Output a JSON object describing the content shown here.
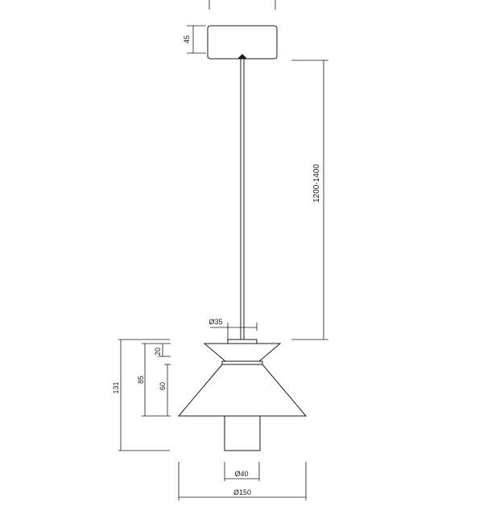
{
  "dimensions": {
    "canopy_height": "45",
    "cable_length": "1200-1400",
    "top_diameter": "Ø35",
    "total_height": "131",
    "shade_height": "85",
    "lower_height": "60",
    "upper_height": "20",
    "bottom_diameter": "Ø40",
    "shade_diameter": "Ø150"
  }
}
